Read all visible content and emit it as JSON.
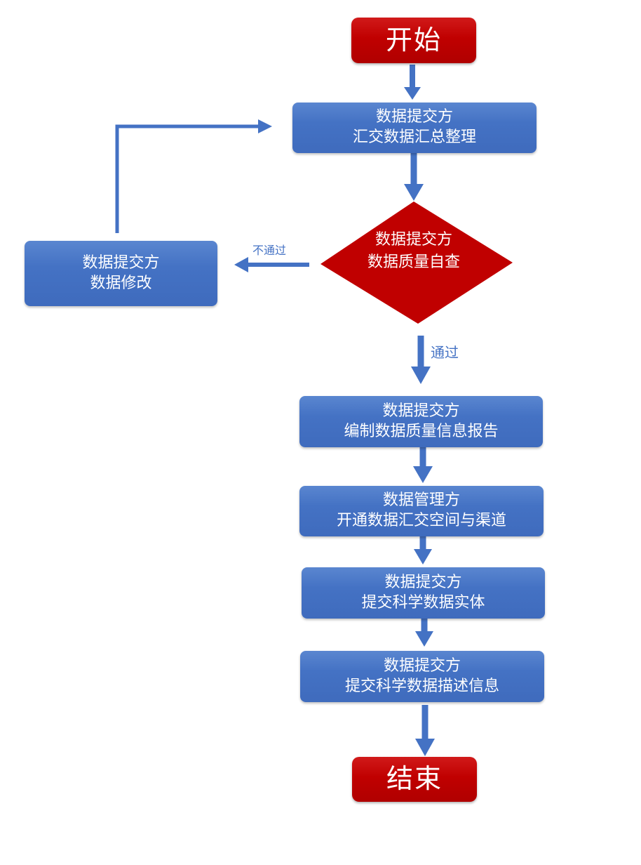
{
  "diagram": {
    "type": "flowchart",
    "colors": {
      "process": "#4472c4",
      "terminal": "#c00000",
      "decision": "#c00000",
      "connector": "#4472c4",
      "text": "#ffffff",
      "edge_label": "#4472c4"
    },
    "nodes": {
      "start": {
        "label": "开始"
      },
      "collect": {
        "lines": [
          "数据提交方",
          "汇交数据汇总整理"
        ]
      },
      "check": {
        "lines": [
          "数据提交方",
          "数据质量自查"
        ]
      },
      "modify": {
        "lines": [
          "数据提交方",
          "数据修改"
        ]
      },
      "report": {
        "lines": [
          "数据提交方",
          "编制数据质量信息报告"
        ]
      },
      "open_channel": {
        "lines": [
          "数据管理方",
          "开通数据汇交空间与渠道"
        ]
      },
      "submit_entity": {
        "lines": [
          "数据提交方",
          "提交科学数据实体"
        ]
      },
      "submit_description": {
        "lines": [
          "数据提交方",
          "提交科学数据描述信息"
        ]
      },
      "end": {
        "label": "结束"
      }
    },
    "edge_labels": {
      "fail": "不通过",
      "pass": "通过"
    },
    "edges": [
      {
        "from": "start",
        "to": "collect"
      },
      {
        "from": "collect",
        "to": "check"
      },
      {
        "from": "check",
        "to": "modify",
        "label": "不通过"
      },
      {
        "from": "modify",
        "to": "collect"
      },
      {
        "from": "check",
        "to": "report",
        "label": "通过"
      },
      {
        "from": "report",
        "to": "open_channel"
      },
      {
        "from": "open_channel",
        "to": "submit_entity"
      },
      {
        "from": "submit_entity",
        "to": "submit_description"
      },
      {
        "from": "submit_description",
        "to": "end"
      }
    ]
  }
}
